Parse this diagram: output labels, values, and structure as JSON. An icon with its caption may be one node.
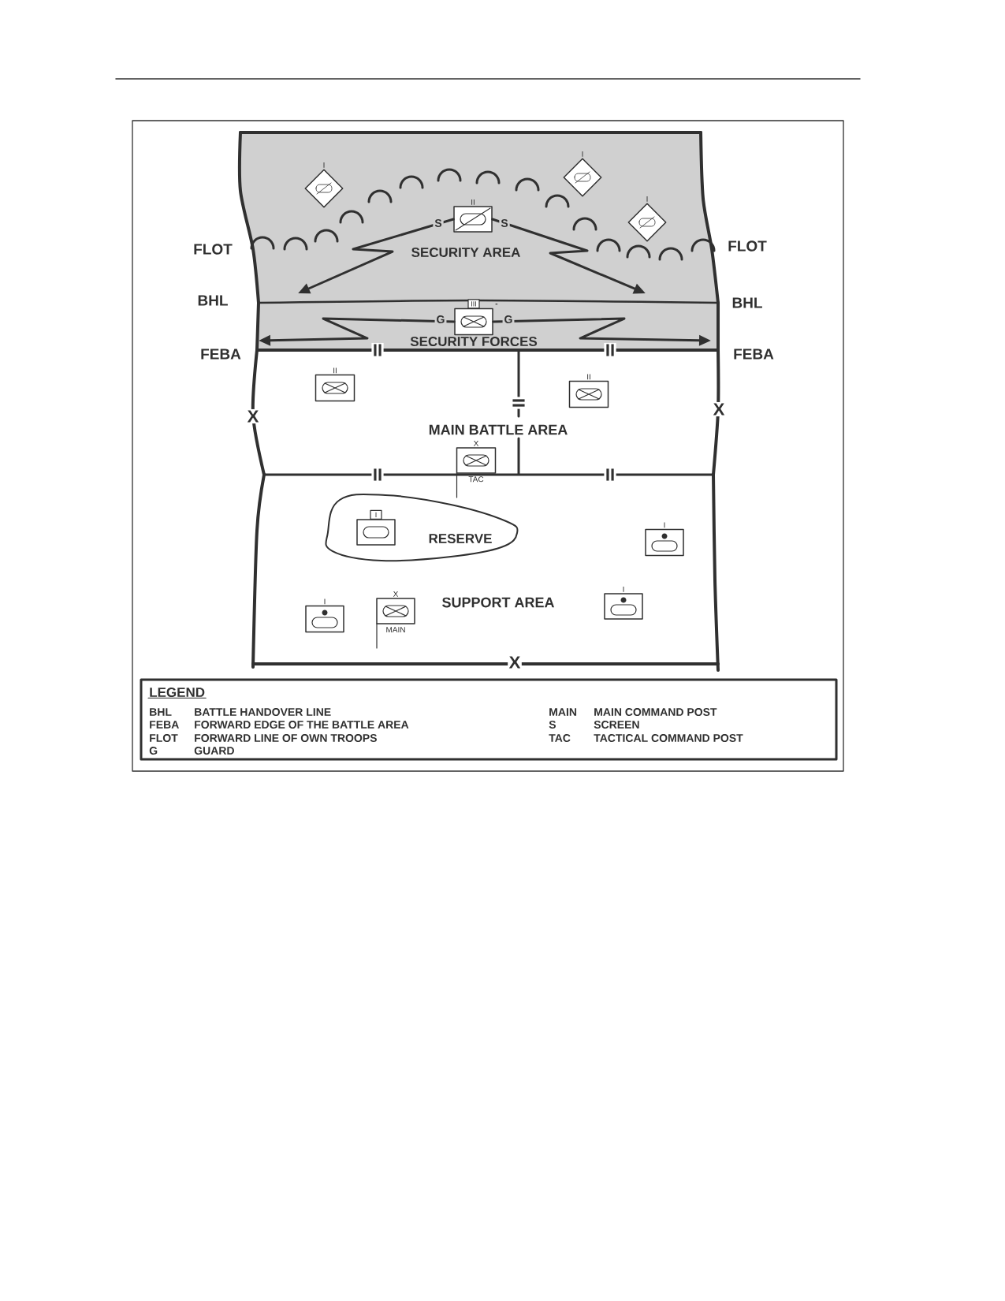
{
  "diagram": {
    "nodes": [
      {
        "text": [
          "SECURITY AREA"
        ]
      },
      {
        "text": [
          "SECURITY FORCES"
        ]
      },
      {
        "text": [
          "MAIN BATTLE AREA"
        ]
      },
      {
        "text": [
          "SUPPORT AREA"
        ]
      },
      {
        "text": [
          "RESERVE"
        ],
        "in": 3
      },
      {
        "text": [
          "I"
        ],
        "in": 0
      },
      {
        "text": [
          "I"
        ],
        "in": 0
      },
      {
        "text": [
          "I"
        ],
        "in": 0
      },
      {
        "text": [
          "II"
        ],
        "in": 0
      },
      {
        "text": [
          "III",
          "-"
        ],
        "in": 1
      },
      {
        "text": [
          "II"
        ],
        "in": 2
      },
      {
        "text": [
          "II"
        ],
        "in": 2
      },
      {
        "text": [
          "X"
        ],
        "beside": [
          "TAC"
        ],
        "in": 2
      },
      {
        "text": [
          "I"
        ],
        "in": 4
      },
      {
        "text": [
          "I"
        ],
        "in": 3
      },
      {
        "text": [
          "I"
        ],
        "in": 3
      },
      {
        "text": [
          "X"
        ],
        "beside": [
          "MAIN"
        ],
        "in": 3
      },
      {
        "text": [
          "I"
        ],
        "in": 3
      }
    ],
    "edges": [
      {
        "from": 8,
        "to": 1,
        "arrow": "to",
        "label": "S"
      },
      {
        "from": 8,
        "to": 1,
        "arrow": "to",
        "label": "S"
      },
      {
        "from": 9,
        "to": 1,
        "arrow": "to",
        "label": "G"
      },
      {
        "from": 9,
        "to": 1,
        "arrow": "to",
        "label": "G"
      }
    ],
    "labels": [
      "FLOT",
      "FLOT",
      "BHL",
      "BHL",
      "FEBA",
      "II",
      "II",
      "FEBA",
      "II",
      "X",
      "X",
      "II",
      "II",
      "X",
      "LEGEND",
      "BHL",
      "BATTLE HANDOVER LINE",
      "MAIN",
      "MAIN COMMAND POST",
      "FEBA",
      "FORWARD EDGE OF THE BATTLE AREA",
      "S",
      "SCREEN",
      "FLOT",
      "FORWARD LINE OF OWN TROOPS",
      "TAC",
      "TACTICAL COMMAND POST",
      "G",
      "GUARD"
    ]
  }
}
